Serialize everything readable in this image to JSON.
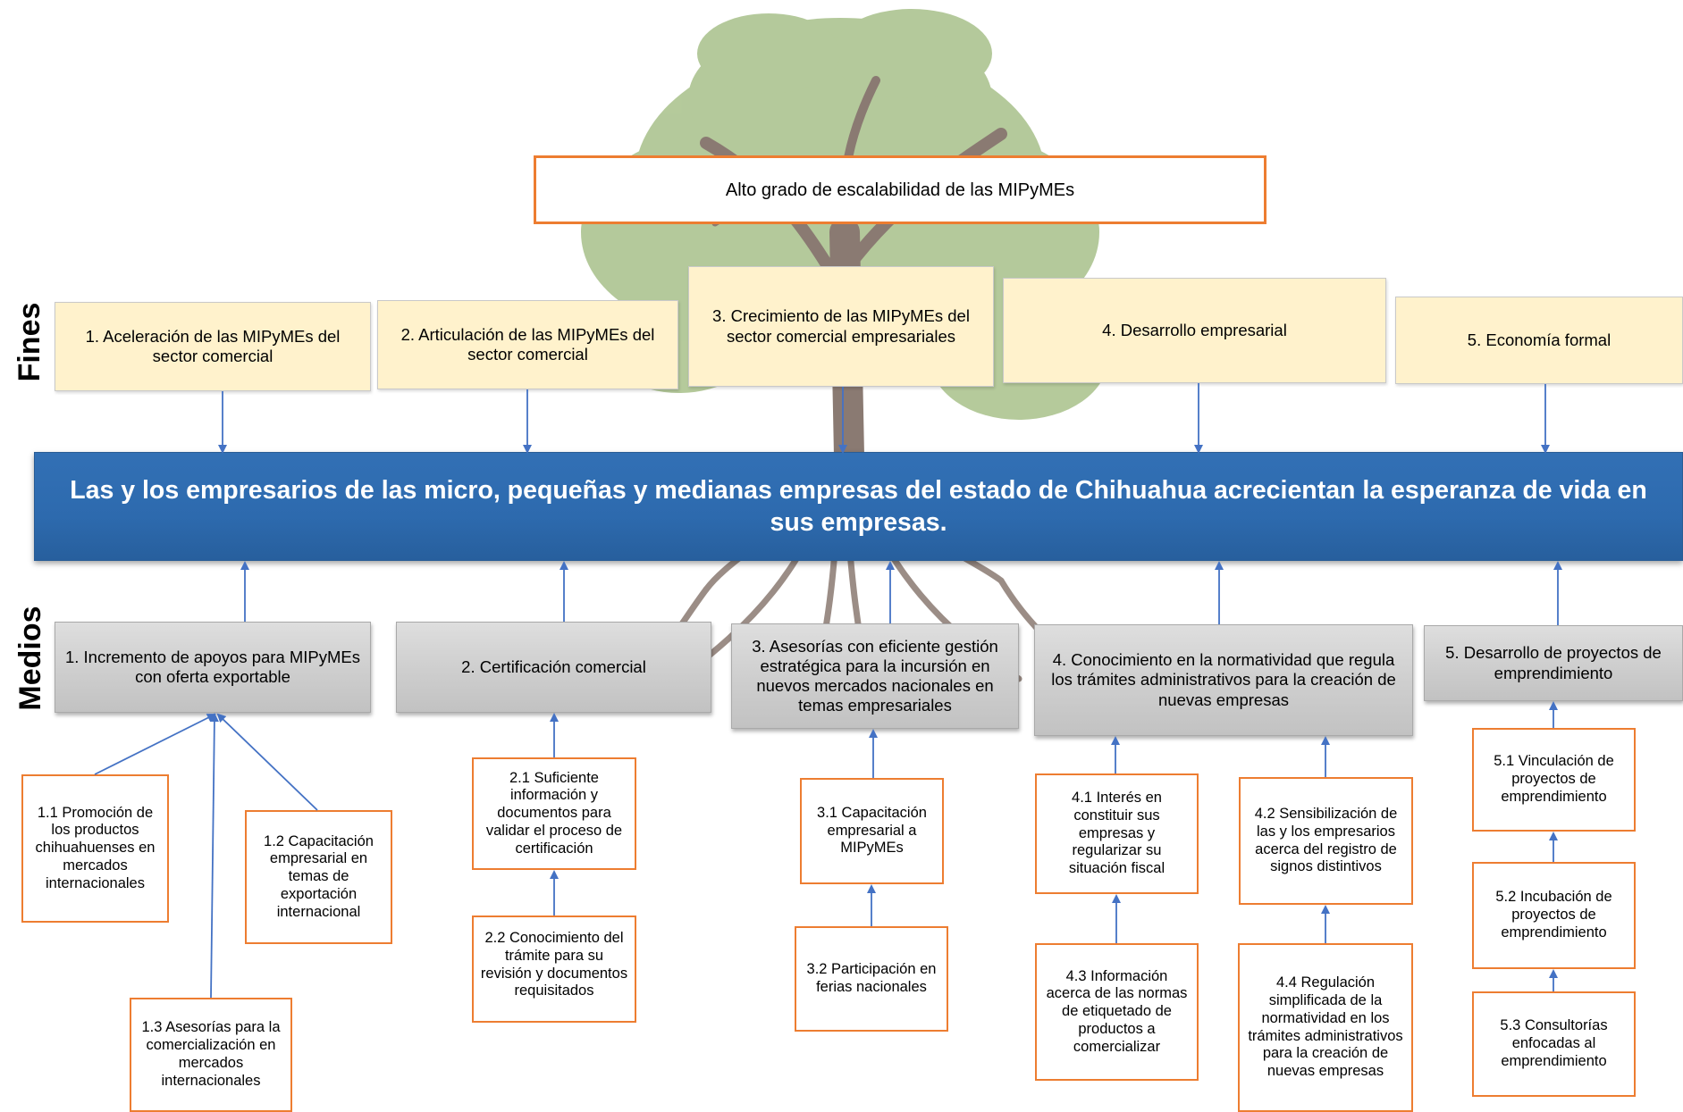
{
  "side_labels": {
    "fines": "Fines",
    "medios": "Medios"
  },
  "top_goal": "Alto grado de escalabilidad de las MIPyMEs",
  "fines": [
    "1. Aceleración de las MIPyMEs del sector comercial",
    "2.  Articulación de las MIPyMEs del sector comercial",
    "3.  Crecimiento de las MIPyMEs del sector comercial empresariales",
    "4. Desarrollo empresarial",
    "5. Economía formal"
  ],
  "central_problem": "Las y los empresarios de las micro, pequeñas y medianas empresas del estado de Chihuahua acrecientan la esperanza de vida en sus empresas.",
  "medios": [
    "1. Incremento de apoyos para MIPyMEs con oferta exportable",
    "2. Certificación comercial",
    "3. Asesorías con eficiente gestión estratégica para la incursión en nuevos mercados nacionales en temas empresariales",
    "4. Conocimiento en la normatividad que regula los trámites administrativos para la creación de nuevas empresas",
    "5. Desarrollo de proyectos de emprendimiento"
  ],
  "sub_medios": {
    "s1_1": "1.1 Promoción de los productos chihuahuenses en mercados internacionales",
    "s1_2": "1.2 Capacitación empresarial en temas de exportación internacional",
    "s1_3": "1.3 Asesorías para la comercialización en mercados internacionales",
    "s2_1": "2.1 Suficiente información y documentos para validar el proceso de certificación",
    "s2_2": "2.2 Conocimiento del trámite para su revisión y documentos requisitados",
    "s3_1": "3.1 Capacitación empresarial a MIPyMEs",
    "s3_2": "3.2 Participación en ferias nacionales",
    "s4_1": "4.1 Interés en constituir sus empresas y regularizar su situación fiscal",
    "s4_2": "4.2 Sensibilización de las y los empresarios acerca del registro de signos distintivos",
    "s4_3": "4.3 Información acerca de las normas de etiquetado de productos a comercializar",
    "s4_4": "4.4 Regulación simplificada de la normatividad en los trámites administrativos para la creación de nuevas empresas",
    "s5_1": "5.1 Vinculación de proyectos de emprendimiento",
    "s5_2": "5.2 Incubación de proyectos de emprendimiento",
    "s5_3": "5.3 Consultorías enfocadas al emprendimiento"
  },
  "colors": {
    "orange_border": "#ed7d31",
    "fin_fill": "#fff2cc",
    "central_fill": "#2e6db4",
    "medio_fill": "#cfcfcf",
    "arrow": "#4472c4",
    "leaf": "#9cb87a",
    "trunk": "#8a7a72"
  }
}
